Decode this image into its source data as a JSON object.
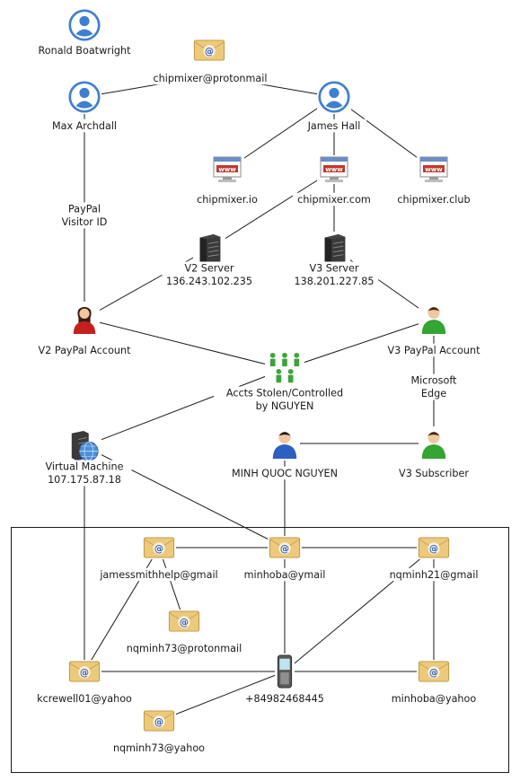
{
  "nodes": {
    "ronald": {
      "type": "person",
      "label": [
        "Ronald Boatwright"
      ]
    },
    "email_top": {
      "type": "email",
      "label": []
    },
    "chipmixer_proton": {
      "type": "text",
      "label": [
        "chipmixer@protonmail"
      ]
    },
    "max": {
      "type": "person",
      "label": [
        "Max Archdall"
      ]
    },
    "james": {
      "type": "person",
      "label": [
        "James Hall"
      ]
    },
    "site_io": {
      "type": "website",
      "label": [
        "chipmixer.io"
      ]
    },
    "site_com": {
      "type": "website",
      "label": [
        "chipmixer.com"
      ]
    },
    "site_club": {
      "type": "website",
      "label": [
        "chipmixer.club"
      ]
    },
    "paypal_visitor": {
      "type": "text",
      "label": [
        "PayPal",
        "Visitor ID"
      ]
    },
    "v2_server": {
      "type": "server",
      "label": [
        "V2 Server",
        "136.243.102.235"
      ]
    },
    "v3_server": {
      "type": "server",
      "label": [
        "V3 Server",
        "138.201.227.85"
      ]
    },
    "v2_paypal": {
      "type": "person-red",
      "label": [
        "V2 PayPal Account"
      ]
    },
    "v3_paypal": {
      "type": "person-green",
      "label": [
        "V3 PayPal Account"
      ]
    },
    "accts_stolen": {
      "type": "group",
      "label": [
        "Accts Stolen/Controlled",
        "by NGUYEN"
      ]
    },
    "ms_edge": {
      "type": "text",
      "label": [
        "Microsoft",
        "Edge"
      ]
    },
    "vm": {
      "type": "vm",
      "label": [
        "Virtual Machine",
        "107.175.87.18"
      ]
    },
    "minh": {
      "type": "person-blue",
      "label": [
        "MINH QUOC NGUYEN"
      ]
    },
    "v3_subscriber": {
      "type": "person-green",
      "label": [
        "V3 Subscriber"
      ]
    },
    "jamessmithhelp": {
      "type": "email",
      "label": [
        "jamessmithhelp@gmail"
      ]
    },
    "minhoba_ymail": {
      "type": "email",
      "label": [
        "minhoba@ymail"
      ]
    },
    "nqminh21": {
      "type": "email",
      "label": [
        "nqminh21@gmail"
      ]
    },
    "nqminh73_proton": {
      "type": "email",
      "label": [
        "nqminh73@protonmail"
      ]
    },
    "kcrewell": {
      "type": "email",
      "label": [
        "kcrewell01@yahoo"
      ]
    },
    "phone": {
      "type": "phone",
      "label": [
        "+84982468445"
      ]
    },
    "minhoba_yahoo": {
      "type": "email",
      "label": [
        "minhoba@yahoo"
      ]
    },
    "nqminh73_yahoo": {
      "type": "email",
      "label": [
        "nqminh73@yahoo"
      ]
    }
  },
  "edges": [
    [
      "max",
      "chipmixer_proton"
    ],
    [
      "chipmixer_proton",
      "james"
    ],
    [
      "max",
      "paypal_visitor"
    ],
    [
      "paypal_visitor",
      "v2_paypal"
    ],
    [
      "james",
      "site_io"
    ],
    [
      "james",
      "site_com"
    ],
    [
      "james",
      "site_club"
    ],
    [
      "site_com",
      "v2_server"
    ],
    [
      "site_com",
      "v3_server"
    ],
    [
      "v2_server",
      "v2_paypal"
    ],
    [
      "v3_server",
      "v3_paypal"
    ],
    [
      "v2_paypal",
      "accts_stolen"
    ],
    [
      "v3_paypal",
      "accts_stolen"
    ],
    [
      "v3_paypal",
      "ms_edge"
    ],
    [
      "ms_edge",
      "v3_subscriber"
    ],
    [
      "accts_stolen",
      "vm"
    ],
    [
      "minh",
      "v3_subscriber"
    ],
    [
      "vm",
      "minhoba_ymail"
    ],
    [
      "vm",
      "kcrewell"
    ],
    [
      "minh",
      "minhoba_ymail"
    ],
    [
      "jamessmithhelp",
      "minhoba_ymail"
    ],
    [
      "minhoba_ymail",
      "nqminh21"
    ],
    [
      "jamessmithhelp",
      "nqminh73_proton"
    ],
    [
      "jamessmithhelp",
      "kcrewell"
    ],
    [
      "minhoba_ymail",
      "phone"
    ],
    [
      "nqminh21",
      "phone"
    ],
    [
      "nqminh21",
      "minhoba_yahoo"
    ],
    [
      "kcrewell",
      "phone"
    ],
    [
      "phone",
      "minhoba_yahoo"
    ],
    [
      "phone",
      "nqminh73_yahoo"
    ]
  ],
  "colors": {
    "line": "#1a1a1a",
    "person_blue": "#3f7fd0",
    "person_red": "#c61f1f",
    "person_green": "#33a532",
    "envelope": "#ecc97b",
    "envelope_at": "#2f62c4",
    "server": "#2b2b2b",
    "website_bar": "#c0392b"
  }
}
